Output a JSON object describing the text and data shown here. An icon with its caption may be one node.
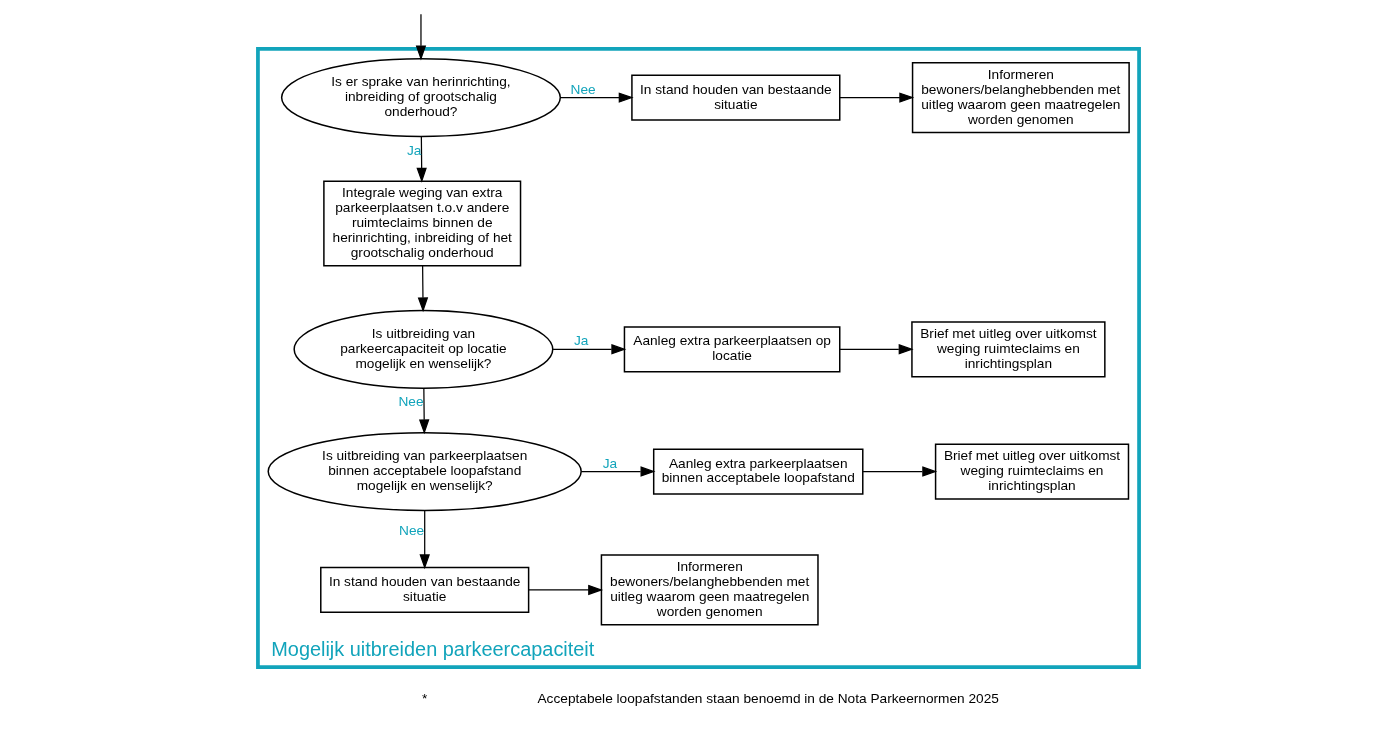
{
  "diagram": {
    "nodes": [
      {
        "text": [
          "Mogelijk uitbreiden parkeercapaciteit"
        ]
      },
      {
        "text": [
          "Is er sprake van herinrichting, inbreiding of grootschalig onderhoud?"
        ],
        "in": 0
      },
      {
        "text": [
          "In stand houden van bestaande situatie"
        ],
        "in": 0
      },
      {
        "text": [
          "Informeren bewoners/belanghebbenden met uitleg waarom geen maatregelen worden genomen"
        ],
        "in": 0
      },
      {
        "text": [
          "Integrale weging van extra parkeerplaatsen t.o.v andere ruimteclaims binnen de herinrichting, inbreiding of het grootschalig onderhoud"
        ],
        "in": 0
      },
      {
        "text": [
          "Is uitbreiding van parkeercapaciteit op locatie mogelijk en wenselijk?"
        ],
        "in": 0
      },
      {
        "text": [
          "Aanleg extra parkeerplaatsen op locatie"
        ],
        "in": 0
      },
      {
        "text": [
          "Brief met uitleg over uitkomst weging ruimteclaims en inrichtingsplan"
        ],
        "in": 0
      },
      {
        "text": [
          "Is uitbreiding van parkeerplaatsen binnen acceptabele loopafstand mogelijk en wenselijk?"
        ],
        "in": 0
      },
      {
        "text": [
          "Aanleg extra parkeerplaatsen binnen acceptabele loopafstand"
        ],
        "in": 0
      },
      {
        "text": [
          "Brief met uitleg over uitkomst weging ruimteclaims en inrichtingsplan"
        ],
        "in": 0
      },
      {
        "text": [
          "In stand houden van bestaande situatie"
        ],
        "in": 0
      },
      {
        "text": [
          "Informeren bewoners/belanghebbenden met uitleg waarom geen maatregelen worden genomen"
        ],
        "in": 0
      }
    ],
    "edges": [
      {
        "from": null,
        "to": 1,
        "arrow": "to"
      },
      {
        "from": 1,
        "to": 2,
        "arrow": "to",
        "label": "Nee"
      },
      {
        "from": 2,
        "to": 3,
        "arrow": "to"
      },
      {
        "from": 1,
        "to": 4,
        "arrow": "to",
        "label": "Ja"
      },
      {
        "from": 4,
        "to": 5,
        "arrow": "to"
      },
      {
        "from": 5,
        "to": 6,
        "arrow": "to",
        "label": "Ja"
      },
      {
        "from": 6,
        "to": 7,
        "arrow": "to"
      },
      {
        "from": 5,
        "to": 8,
        "arrow": "to",
        "label": "Nee"
      },
      {
        "from": 8,
        "to": 9,
        "arrow": "to",
        "label": "Ja"
      },
      {
        "from": 9,
        "to": 10,
        "arrow": "to"
      },
      {
        "from": 8,
        "to": 11,
        "arrow": "to",
        "label": "Nee"
      },
      {
        "from": 11,
        "to": 12,
        "arrow": "to"
      }
    ],
    "labels": [
      "*",
      "Acceptabele loopafstanden staan benoemd in de Nota Parkeernormen 2025"
    ]
  }
}
